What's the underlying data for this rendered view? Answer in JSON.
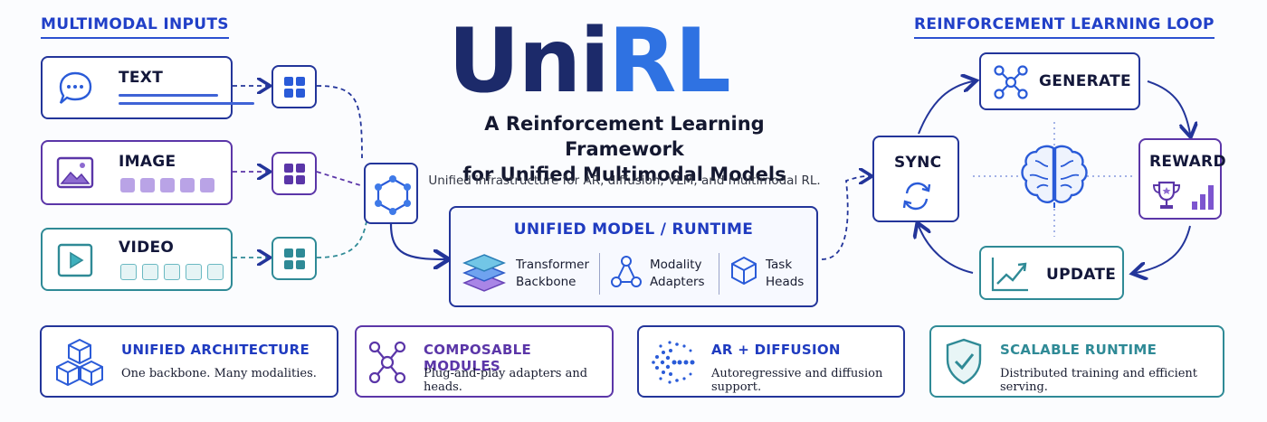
{
  "header": {
    "title_part1": "Uni",
    "title_part2": "RL",
    "subtitle_line1": "A Reinforcement Learning Framework",
    "subtitle_line2": "for Unified Multimodal Models",
    "tagline": "Unified infrastructure for AR, diffusion, VLM, and multimodal RL."
  },
  "inputs": {
    "heading": "MULTIMODAL INPUTS",
    "items": [
      {
        "label": "TEXT"
      },
      {
        "label": "IMAGE"
      },
      {
        "label": "VIDEO"
      }
    ]
  },
  "runtime": {
    "title": "UNIFIED MODEL / RUNTIME",
    "items": [
      {
        "line1": "Transformer",
        "line2": "Backbone"
      },
      {
        "line1": "Modality",
        "line2": "Adapters"
      },
      {
        "line1": "Task",
        "line2": "Heads"
      }
    ]
  },
  "rl_loop": {
    "heading": "REINFORCEMENT LEARNING LOOP",
    "generate": "GENERATE",
    "reward": "REWARD",
    "update": "UPDATE",
    "sync": "SYNC"
  },
  "cards": [
    {
      "title": "UNIFIED ARCHITECTURE",
      "desc": "One backbone. Many modalities."
    },
    {
      "title": "COMPOSABLE MODULES",
      "desc": "Plug-and-play adapters and heads."
    },
    {
      "title": "AR + DIFFUSION",
      "desc": "Autoregressive and diffusion support."
    },
    {
      "title": "SCALABLE RUNTIME",
      "desc": "Distributed training and efficient serving."
    }
  ],
  "colors": {
    "blue": "#23359a",
    "purple": "#5b36a8",
    "teal": "#2f8a96",
    "accent": "#2f72e2"
  }
}
